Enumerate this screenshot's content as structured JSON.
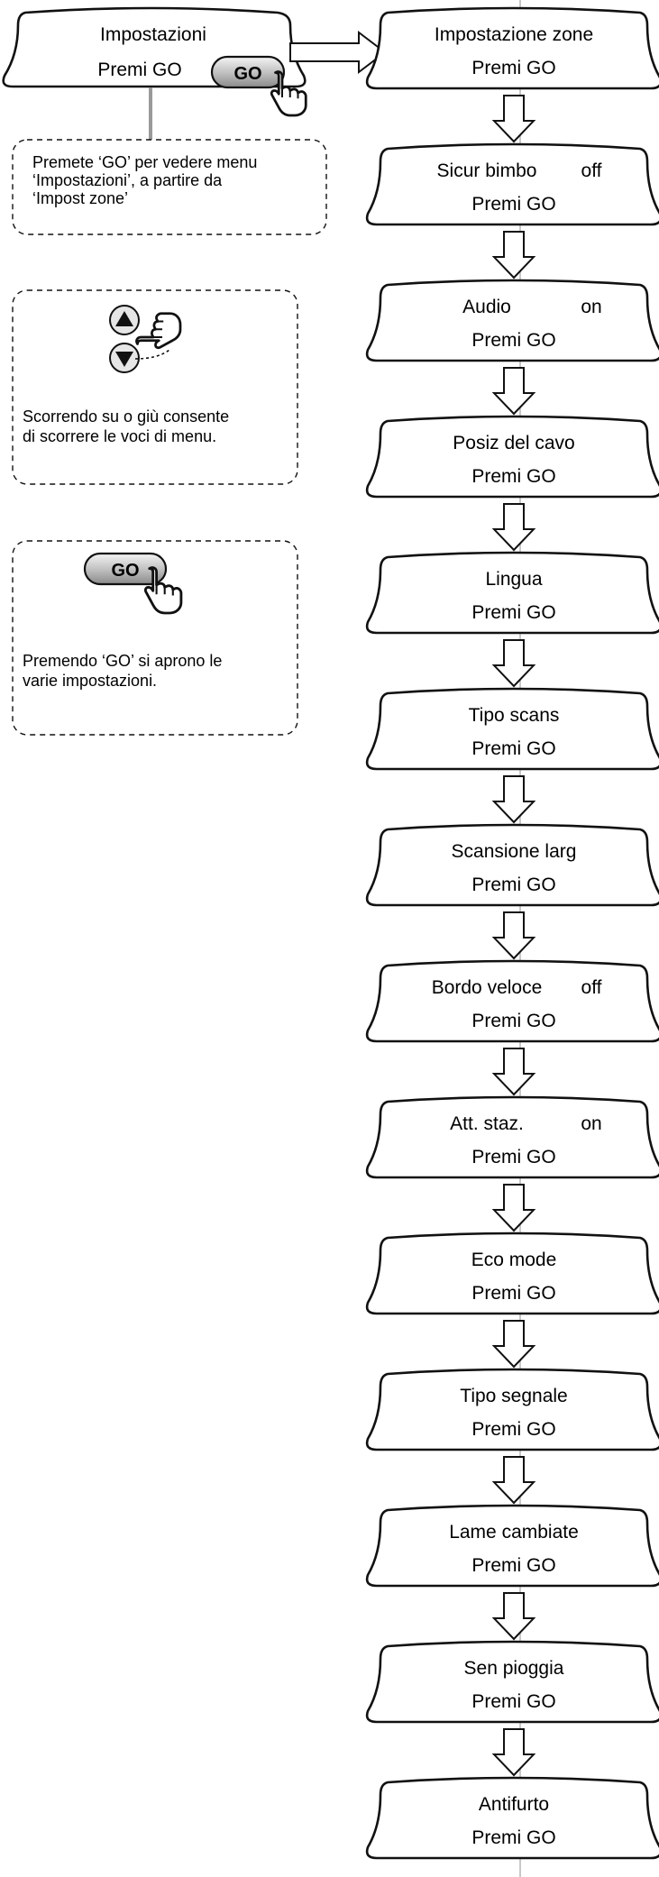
{
  "start_screen": {
    "title": "Impostazioni",
    "action": "Premi GO",
    "button_label": "GO"
  },
  "notes": [
    {
      "lines": [
        "Premete ‘GO’ per vedere menu",
        "‘Impostazioni’, a partire da",
        "‘Impost zone’"
      ]
    },
    {
      "lines": [
        "Scorrendo su o giù consente",
        "di scorrere le voci di menu."
      ]
    },
    {
      "lines": [
        "Premendo ‘GO’ si aprono le",
        "varie impostazioni."
      ],
      "button_label": "GO"
    }
  ],
  "menu_items": [
    {
      "title": "Impostazione zone",
      "value": "",
      "action": "Premi GO"
    },
    {
      "title": "Sicur bimbo",
      "value": "off",
      "action": "Premi GO"
    },
    {
      "title": "Audio",
      "value": "on",
      "action": "Premi GO"
    },
    {
      "title": "Posiz del cavo",
      "value": "",
      "action": "Premi GO"
    },
    {
      "title": "Lingua",
      "value": "",
      "action": "Premi GO"
    },
    {
      "title": "Tipo scans",
      "value": "",
      "action": "Premi GO"
    },
    {
      "title": "Scansione larg",
      "value": "",
      "action": "Premi GO"
    },
    {
      "title": "Bordo veloce",
      "value": "off",
      "action": "Premi GO"
    },
    {
      "title": "Att. staz.",
      "value": "on",
      "action": "Premi GO"
    },
    {
      "title": "Eco mode",
      "value": "",
      "action": "Premi GO"
    },
    {
      "title": "Tipo segnale",
      "value": "",
      "action": "Premi GO"
    },
    {
      "title": "Lame cambiate",
      "value": "",
      "action": "Premi GO"
    },
    {
      "title": "Sen pioggia",
      "value": "",
      "action": "Premi GO"
    },
    {
      "title": "Antifurto",
      "value": "",
      "action": "Premi GO"
    }
  ]
}
